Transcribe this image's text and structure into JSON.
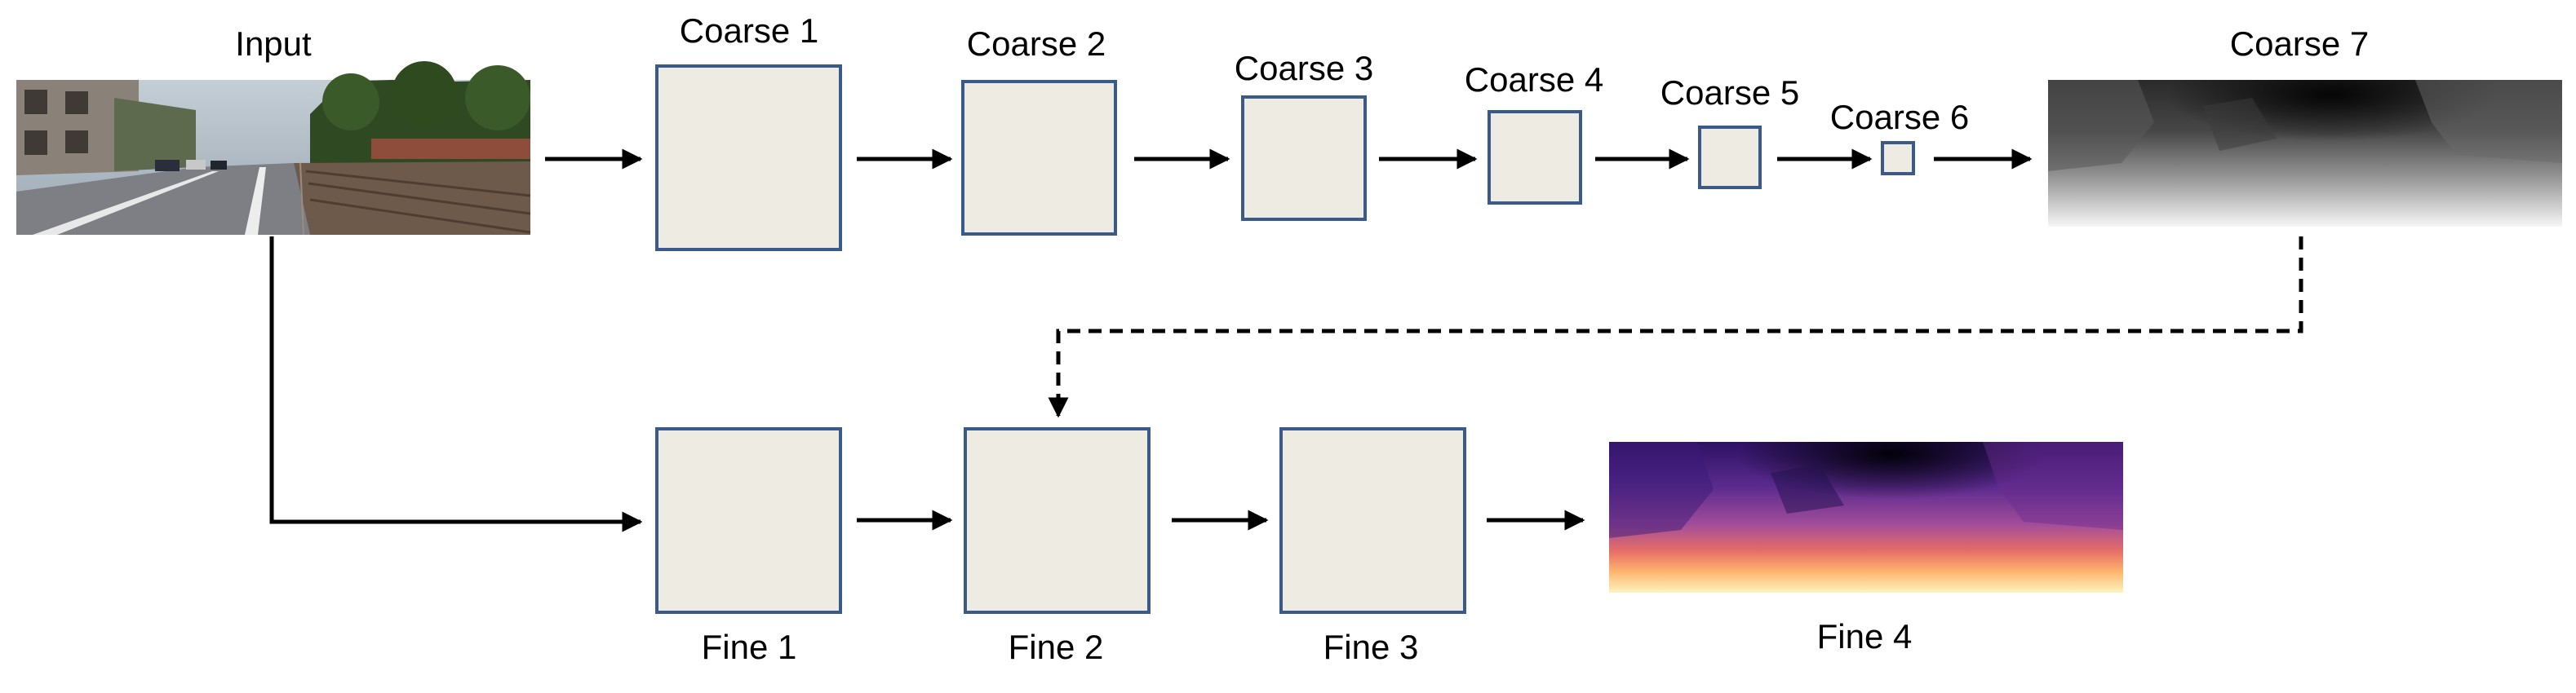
{
  "labels": {
    "input": "Input",
    "coarse1": "Coarse 1",
    "coarse2": "Coarse 2",
    "coarse3": "Coarse 3",
    "coarse4": "Coarse 4",
    "coarse5": "Coarse 5",
    "coarse6": "Coarse 6",
    "coarse7": "Coarse 7",
    "fine1": "Fine 1",
    "fine2": "Fine 2",
    "fine3": "Fine 3",
    "fine4": "Fine 4"
  },
  "colors": {
    "layer_fill": "#EEEBE2",
    "layer_border": "#3B5A8C",
    "arrow": "#000000",
    "sky": "#A9B6BF",
    "tree": "#2F4A22",
    "road": "#7E7F85",
    "track": "#6E5A4A"
  }
}
